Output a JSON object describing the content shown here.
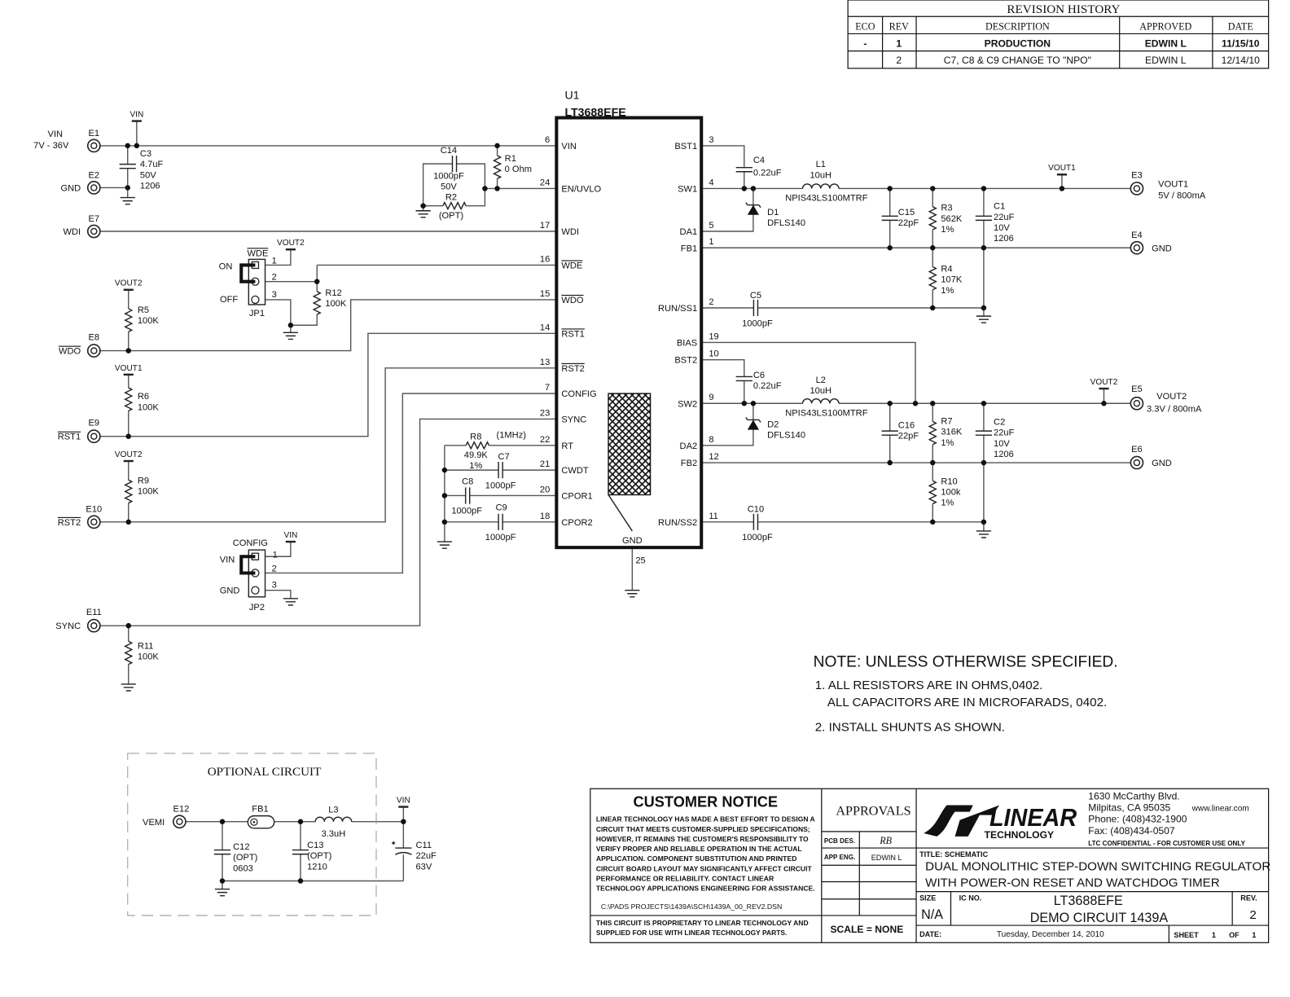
{
  "revision_history": {
    "title": "REVISION HISTORY",
    "headers": [
      "ECO",
      "REV",
      "DESCRIPTION",
      "APPROVED",
      "DATE"
    ],
    "rows": [
      [
        "-",
        "1",
        "PRODUCTION",
        "EDWIN L",
        "11/15/10"
      ],
      [
        "",
        "2",
        "C7, C8 & C9 CHANGE TO \"NPO\"",
        "EDWIN L",
        "12/14/10"
      ]
    ]
  },
  "ic": {
    "ref": "U1",
    "part": "LT3688EFE",
    "left_pins": [
      {
        "name": "VIN",
        "num": "6"
      },
      {
        "name": "EN/UVLO",
        "num": "24"
      },
      {
        "name": "WDI",
        "num": "17"
      },
      {
        "name": "WDE",
        "num": "16"
      },
      {
        "name": "WDO",
        "num": "15"
      },
      {
        "name": "RST1",
        "num": "14"
      },
      {
        "name": "RST2",
        "num": "13"
      },
      {
        "name": "CONFIG",
        "num": "7"
      },
      {
        "name": "SYNC",
        "num": "23"
      },
      {
        "name": "RT",
        "num": "22"
      },
      {
        "name": "CWDT",
        "num": "21"
      },
      {
        "name": "CPOR1",
        "num": "20"
      },
      {
        "name": "CPOR2",
        "num": "18"
      }
    ],
    "right_pins": [
      {
        "name": "BST1",
        "num": "3"
      },
      {
        "name": "SW1",
        "num": "4"
      },
      {
        "name": "DA1",
        "num": "5"
      },
      {
        "name": "FB1",
        "num": "1"
      },
      {
        "name": "RUN/SS1",
        "num": "2"
      },
      {
        "name": "BIAS",
        "num": "19"
      },
      {
        "name": "BST2",
        "num": "10"
      },
      {
        "name": "SW2",
        "num": "9"
      },
      {
        "name": "DA2",
        "num": "8"
      },
      {
        "name": "FB2",
        "num": "12"
      },
      {
        "name": "RUN/SS2",
        "num": "11"
      }
    ],
    "gnd_pin": {
      "name": "GND",
      "num": "25"
    }
  },
  "connectors": {
    "E1": {
      "ref": "E1",
      "label": "VIN",
      "sub": "7V - 36V"
    },
    "E2": {
      "ref": "E2",
      "label": "GND"
    },
    "E7": {
      "ref": "E7",
      "label": "WDI"
    },
    "E8": {
      "ref": "E8",
      "label": "WDO"
    },
    "E9": {
      "ref": "E9",
      "label": "RST1"
    },
    "E10": {
      "ref": "E10",
      "label": "RST2"
    },
    "E11": {
      "ref": "E11",
      "label": "SYNC"
    },
    "E3": {
      "ref": "E3",
      "label": "VOUT1",
      "sub": "5V / 800mA"
    },
    "E4": {
      "ref": "E4",
      "label": "GND"
    },
    "E5": {
      "ref": "E5",
      "label": "VOUT2",
      "sub": "3.3V / 800mA"
    },
    "E6": {
      "ref": "E6",
      "label": "GND"
    },
    "E12": {
      "ref": "E12",
      "label": "VEMI"
    }
  },
  "power_flags": {
    "vin_top": "VIN",
    "vout2_jp1": "VOUT2",
    "vout2_r5": "VOUT2",
    "vout1_r6": "VOUT1",
    "vout2_r9": "VOUT2",
    "vin_jp2": "VIN",
    "vout1_out": "VOUT1",
    "vout2_out": "VOUT2",
    "vin_opt": "VIN"
  },
  "parts": {
    "C3": [
      "C3",
      "4.7uF",
      "50V",
      "1206"
    ],
    "C14": [
      "C14",
      "1000pF",
      "50V"
    ],
    "R1": [
      "R1",
      "0 Ohm"
    ],
    "R2": [
      "R2",
      "(OPT)"
    ],
    "JP1": [
      "JP1",
      "WDE",
      "ON",
      "OFF",
      "1",
      "2",
      "3"
    ],
    "R12": [
      "R12",
      "100K"
    ],
    "R5": [
      "R5",
      "100K"
    ],
    "R6": [
      "R6",
      "100K"
    ],
    "R9": [
      "R9",
      "100K"
    ],
    "R11": [
      "R11",
      "100K"
    ],
    "JP2": [
      "JP2",
      "CONFIG",
      "VIN",
      "GND",
      "1",
      "2",
      "3"
    ],
    "R8": [
      "R8",
      "49.9K",
      "1%",
      "(1MHz)"
    ],
    "C7": [
      "C7",
      "1000pF"
    ],
    "C8": [
      "C8",
      "1000pF"
    ],
    "C9": [
      "C9",
      "1000pF"
    ],
    "C4": [
      "C4",
      "0.22uF"
    ],
    "L1": [
      "L1",
      "10uH",
      "NPIS43LS100MTRF"
    ],
    "D1": [
      "D1",
      "DFLS140"
    ],
    "C15": [
      "C15",
      "22pF"
    ],
    "R3": [
      "R3",
      "562K",
      "1%"
    ],
    "R4": [
      "R4",
      "107K",
      "1%"
    ],
    "C1": [
      "C1",
      "22uF",
      "10V",
      "1206"
    ],
    "C5": [
      "C5",
      "1000pF"
    ],
    "C6": [
      "C6",
      "0.22uF"
    ],
    "L2": [
      "L2",
      "10uH",
      "NPIS43LS100MTRF"
    ],
    "D2": [
      "D2",
      "DFLS140"
    ],
    "C16": [
      "C16",
      "22pF"
    ],
    "R7": [
      "R7",
      "316K",
      "1%"
    ],
    "R10": [
      "R10",
      "100k",
      "1%"
    ],
    "C2": [
      "C2",
      "22uF",
      "10V",
      "1206"
    ],
    "C10": [
      "C10",
      "1000pF"
    ],
    "FB1": [
      "FB1"
    ],
    "L3": [
      "L3",
      "3.3uH"
    ],
    "C12": [
      "C12",
      "(OPT)",
      "0603"
    ],
    "C13": [
      "C13",
      "(OPT)",
      "1210"
    ],
    "C11": [
      "C11",
      "22uF",
      "63V"
    ]
  },
  "notes": {
    "heading": "NOTE: UNLESS OTHERWISE SPECIFIED.",
    "lines": [
      "1. ALL RESISTORS ARE IN OHMS,0402.",
      "ALL CAPACITORS ARE IN MICROFARADS, 0402.",
      "2. INSTALL SHUNTS AS SHOWN."
    ]
  },
  "optional_circuit": {
    "title": "OPTIONAL CIRCUIT"
  },
  "title_block": {
    "customer_notice": {
      "title": "CUSTOMER NOTICE",
      "body": [
        "LINEAR TECHNOLOGY HAS MADE A BEST EFFORT TO DESIGN A",
        "CIRCUIT THAT MEETS CUSTOMER-SUPPLIED SPECIFICATIONS;",
        "HOWEVER, IT REMAINS THE CUSTOMER'S RESPONSIBILITY TO",
        "VERIFY PROPER AND RELIABLE OPERATION IN THE ACTUAL",
        "APPLICATION.  COMPONENT SUBSTITUTION AND PRINTED",
        "CIRCUIT BOARD LAYOUT MAY SIGNIFICANTLY AFFECT CIRCUIT",
        "PERFORMANCE OR RELIABILITY.  CONTACT LINEAR",
        "TECHNOLOGY APPLICATIONS ENGINEERING FOR ASSISTANCE."
      ],
      "file_path": "C:\\PADS PROJECTS\\1439A\\SCH\\1439A_00_REV2.DSN",
      "proprietary": [
        "THIS CIRCUIT IS PROPRIETARY TO LINEAR TECHNOLOGY AND",
        "SUPPLIED FOR USE WITH LINEAR TECHNOLOGY PARTS."
      ]
    },
    "approvals": {
      "title": "APPROVALS",
      "rows": [
        [
          "PCB DES.",
          "RB"
        ],
        [
          "APP ENG.",
          "EDWIN L"
        ]
      ]
    },
    "scale": "SCALE = NONE",
    "logo": {
      "text": "LINEAR",
      "sub": "TECHNOLOGY"
    },
    "company": {
      "address1": "1630 McCarthy Blvd.",
      "address2": "Milpitas, CA 95035",
      "web": "www.linear.com",
      "phone": "Phone: (408)432-1900",
      "fax": "Fax: (408)434-0507",
      "confidential": "LTC CONFIDENTIAL - FOR CUSTOMER USE ONLY"
    },
    "title_label": "TITLE:  SCHEMATIC",
    "title_lines": [
      "DUAL MONOLITHIC STEP-DOWN SWITCHING REGULATOR",
      "WITH POWER-ON RESET AND WATCHDOG TIMER"
    ],
    "size_label": "SIZE",
    "size": "N/A",
    "ic_no_label": "IC NO.",
    "ic_no": "LT3688EFE",
    "demo": "DEMO CIRCUIT 1439A",
    "rev_label": "REV.",
    "rev": "2",
    "date_label": "DATE:",
    "date": "Tuesday, December 14, 2010",
    "sheet_label": "SHEET",
    "sheet": "1",
    "of_label": "OF",
    "of": "1"
  }
}
